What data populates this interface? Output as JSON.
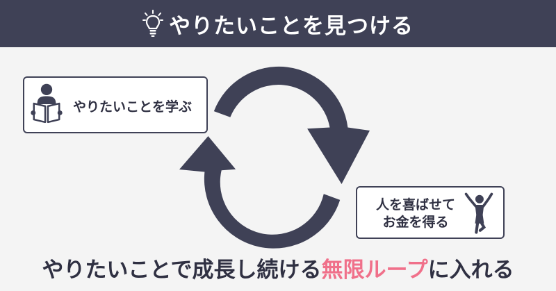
{
  "header": {
    "icon": "lightbulb-icon",
    "title": "やりたいことを見つける"
  },
  "steps": {
    "learn": {
      "label": "やりたいことを学ぶ",
      "icon": "reading-person-icon"
    },
    "earn": {
      "line1": "人を喜ばせて",
      "line2": "お金を得る",
      "icon": "cheering-person-icon"
    }
  },
  "cycle": {
    "icon": "circular-arrows-icon"
  },
  "footer": {
    "prefix": "やりたいことで成長し続ける",
    "highlight": "無限ループ",
    "suffix": "に入れる",
    "highlight_color": "#f0708a"
  },
  "colors": {
    "primary": "#3f4156",
    "background": "#f4f4f4",
    "accent": "#f0708a"
  }
}
